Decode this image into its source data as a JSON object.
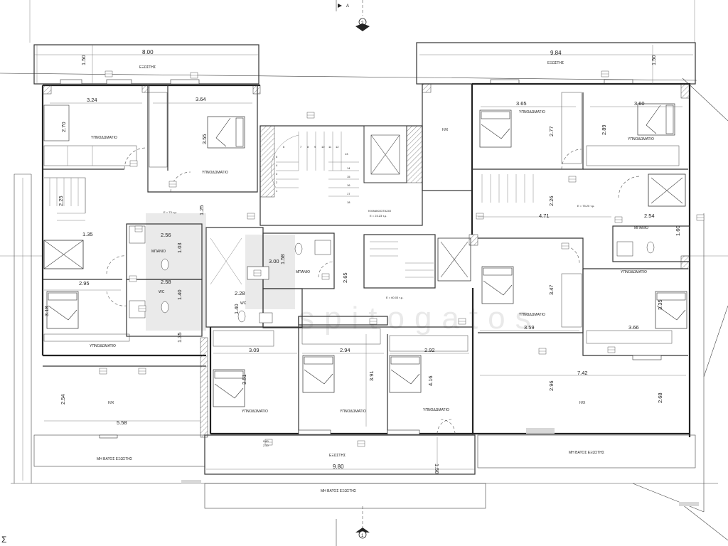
{
  "drawing": {
    "top_marker_letter": "A",
    "axis_top": "2",
    "axis_bottom": "1",
    "corner_letter": "Σ",
    "watermark": "spitogatos"
  },
  "rooms": {
    "balcony_top_left": "ΕΞΩΣΤΗΣ",
    "balcony_top_right": "ΕΞΩΣΤΗΣ",
    "balcony_bottom_center": "ΕΞΩΣΤΗΣ",
    "bed_l1": "ΥΠΝΟΔΩΜΑΤΙΟ",
    "bed_l2": "ΥΠΝΟΔΩΜΑΤΙΟ",
    "bed_l3": "ΥΠΝΟΔΩΜΑΤΙΟ",
    "bath_l": "ΜΠΑΝΙΟ",
    "wc_l": "WC",
    "living_l": "Η/Χ",
    "stair_label": "ΚΛΙΜΑΚΟΣΤΑΣΙΟ",
    "hk_center": "Η/Χ",
    "bath_c": "ΜΠΑΝΙΟ",
    "wc_c": "WC",
    "bed_c1": "ΥΠΝΟΔΩΜΑΤΙΟ",
    "bed_c2": "ΥΠΝΟΔΩΜΑΤΙΟ",
    "bed_c3": "ΥΠΝΟΔΩΜΑΤΙΟ",
    "bed_r1": "ΥΠΝΟΔΩΜΑΤΙΟ",
    "bed_r2": "ΥΠΝΟΔΩΜΑΤΙΟ",
    "bed_r3": "ΥΠΝΟΔΩΜΑΤΙΟ",
    "bed_r4": "ΥΠΝΟΔΩΜΑΤΙΟ",
    "bath_r": "ΜΠΑΝΙΟ",
    "living_r": "Η/Χ",
    "unwalk_left": "ΜΗ ΒΑΤΟΣ ΕΞΩΣΤΗΣ",
    "unwalk_right": "ΜΗ ΒΑΤΟΣ ΕΞΩΣΤΗΣ",
    "unwalk_bottom": "ΜΗ ΒΑΤΟΣ ΕΞΩΣΤΗΣ"
  },
  "areas": {
    "left_unit": "E = 73 τ.μ.",
    "stair": "E = 23.23 τ.μ.",
    "center_unit": "E = 60.03 τ.μ.",
    "right_unit": "E = 75.20 τ.μ."
  },
  "dimensions": {
    "d_800": "8.00",
    "d_984": "9.84",
    "d_150a": "1.50",
    "d_150b": "1.50",
    "d_150c": "1.50",
    "d_324": "3.24",
    "d_364": "3.64",
    "d_270": "2.70",
    "d_355": "3.55",
    "d_225": "2.25",
    "d_125": "1.25",
    "d_135a": "1.35",
    "d_256": "2.56",
    "d_103": "1.03",
    "d_258": "2.58",
    "d_295": "2.95",
    "d_140a": "1.40",
    "d_318": "3.18",
    "d_135b": "1.35",
    "d_254a": "2.54",
    "d_558": "5.58",
    "d_158": "1.58",
    "d_300": "3.00",
    "d_265": "2.65",
    "d_228": "2.28",
    "d_140b": "1.40",
    "d_309": "3.09",
    "d_294": "2.94",
    "d_292": "2.92",
    "d_351": "3.51",
    "d_391": "3.91",
    "d_416": "4.16",
    "d_980": "9.80",
    "d_365": "3.65",
    "d_277": "2.77",
    "d_360": "3.60",
    "d_289": "2.89",
    "d_471": "4.71",
    "d_226": "2.26",
    "d_254b": "2.54",
    "d_160": "1.60",
    "d_347": "3.47",
    "d_359": "3.59",
    "d_335": "3.35",
    "d_366": "3.66",
    "d_742": "7.42",
    "d_296": "2.96",
    "d_268": "2.68"
  },
  "stair_steps": [
    "1",
    "2",
    "3",
    "4",
    "5",
    "6",
    "7",
    "8",
    "9",
    "10",
    "11",
    "12",
    "13",
    "14",
    "15",
    "16",
    "17",
    "18"
  ],
  "window_tags": {
    "w1": "0.80",
    "w2": "2.20"
  }
}
